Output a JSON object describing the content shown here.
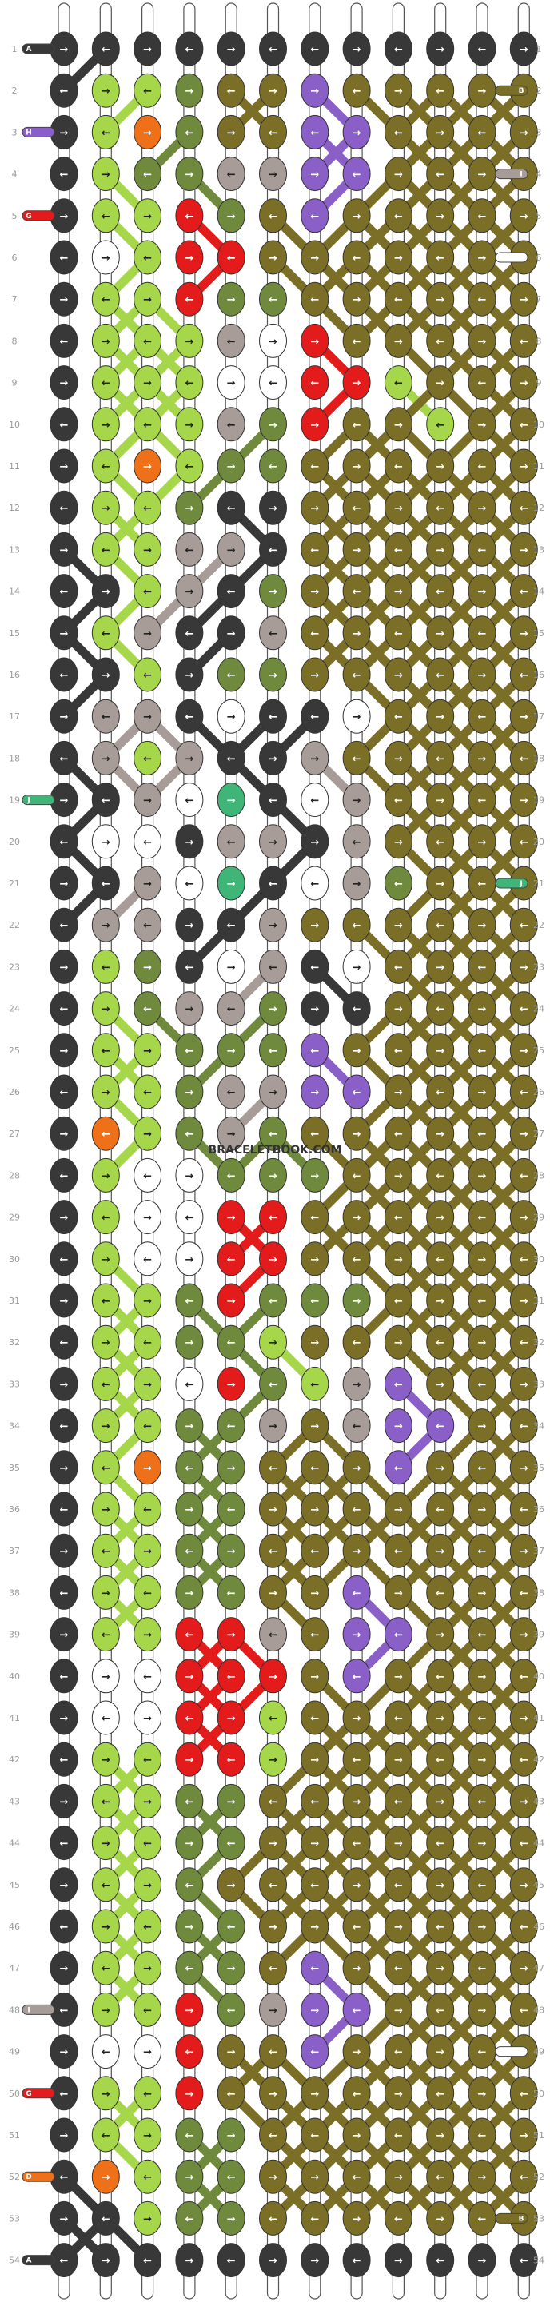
{
  "watermark": "BRACELETBOOK.COM",
  "row_numbers": [
    "1",
    "2",
    "3",
    "4",
    "5",
    "6",
    "7",
    "8",
    "9",
    "10",
    "11",
    "12",
    "13",
    "14",
    "15",
    "16",
    "17",
    "18",
    "19",
    "20",
    "21",
    "22",
    "23",
    "24",
    "25",
    "26",
    "27",
    "28",
    "29",
    "30",
    "31",
    "32",
    "33",
    "34",
    "35",
    "36",
    "37",
    "38",
    "39",
    "40",
    "41",
    "42",
    "43",
    "44",
    "45",
    "46",
    "47",
    "48",
    "49",
    "50",
    "51",
    "52",
    "53",
    "54"
  ],
  "colors": {
    "A": "#383838",
    "B": "#7b6f27",
    "C": "#a6d64a",
    "D": "#ee7019",
    "E": "#6f8a3c",
    "F": "#ffffff",
    "G": "#e31b1b",
    "H": "#8a5fc8",
    "I": "#a79c97",
    "J": "#3fb578"
  },
  "left_strings": [
    {
      "row": 1,
      "letter": "A"
    },
    {
      "row": 3,
      "letter": "H"
    },
    {
      "row": 5,
      "letter": "G"
    },
    {
      "row": 19,
      "letter": "J"
    },
    {
      "row": 48,
      "letter": "I"
    },
    {
      "row": 50,
      "letter": "G"
    },
    {
      "row": 52,
      "letter": "D"
    },
    {
      "row": 54,
      "letter": "A"
    }
  ],
  "right_strings": [
    {
      "row": 2,
      "letter": "B"
    },
    {
      "row": 4,
      "letter": "I"
    },
    {
      "row": 6,
      "letter": "F"
    },
    {
      "row": 21,
      "letter": "J"
    },
    {
      "row": 49,
      "letter": "F"
    },
    {
      "row": 53,
      "letter": "B"
    }
  ],
  "pattern_rows": [
    "AAAAAAAAAAAA",
    "ACCEBBHBBBBB",
    "ACDEBBHHBBBB",
    "ACEEIIHHBBBB",
    "ACCGEBHBBBBB",
    "AFCGGBBBBBBB",
    "ACCGEEBBBBBB",
    "ACCCIFGBBBBB",
    "ACCCFFGGCBBB",
    "ACCCIEGBBCBB",
    "ACDCEEBBBBBB",
    "ACCEAABBBBBB",
    "ACCIIABBBBBB",
    "AACIAEBBBBBB",
    "ACIAAIBBBBBB",
    "AACAEEBBBBBB",
    "AIIAFAAFBBBB",
    "AICIAAIBBBBB",
    "AAIFJAFIBBBB",
    "AFFAIIAIBBBB",
    "AAIFJAFIEBBB",
    "AIIAAIBBBBBB",
    "ACEAFIAFBBBB",
    "ACEIIEAABBBB",
    "ACCEEEHBBBBB",
    "ACCEIIHHBBBB",
    "ADCEIEBBBBBB",
    "ACFFEEEBBBBB",
    "ACFFGGBBBBBB",
    "ACFFGGBBBBBB",
    "ACCEGEEEBBBB",
    "ACCEECBBBBBB",
    "ACCFGECIHBBB",
    "ACCEEIBIHHBB",
    "ACDEEBBBHBBB",
    "ACCEEBBBBBBB",
    "ACCEEBBBBBBB",
    "ACCEEBBHBBBB",
    "ACCGGIBHHBBB",
    "AFFGGGBHBBBB",
    "AFFGGCBBBBBB",
    "ACCGGCBBBBBB",
    "ACCEEBBBBBBB",
    "ACCEEBBBBBBB",
    "ACCEBBBBBBBB",
    "ACCEEBBBBBBB",
    "ACCEEBHBBBBB",
    "ACCGEIHHBBBB",
    "AFFGBBHBBBBB",
    "ACCGBBBBBBBB",
    "ACCEEBBBBBBB",
    "ADCEEBBBBBBB",
    "AACEEBBBBBBB",
    "AAAAAAAAAAAA"
  ]
}
